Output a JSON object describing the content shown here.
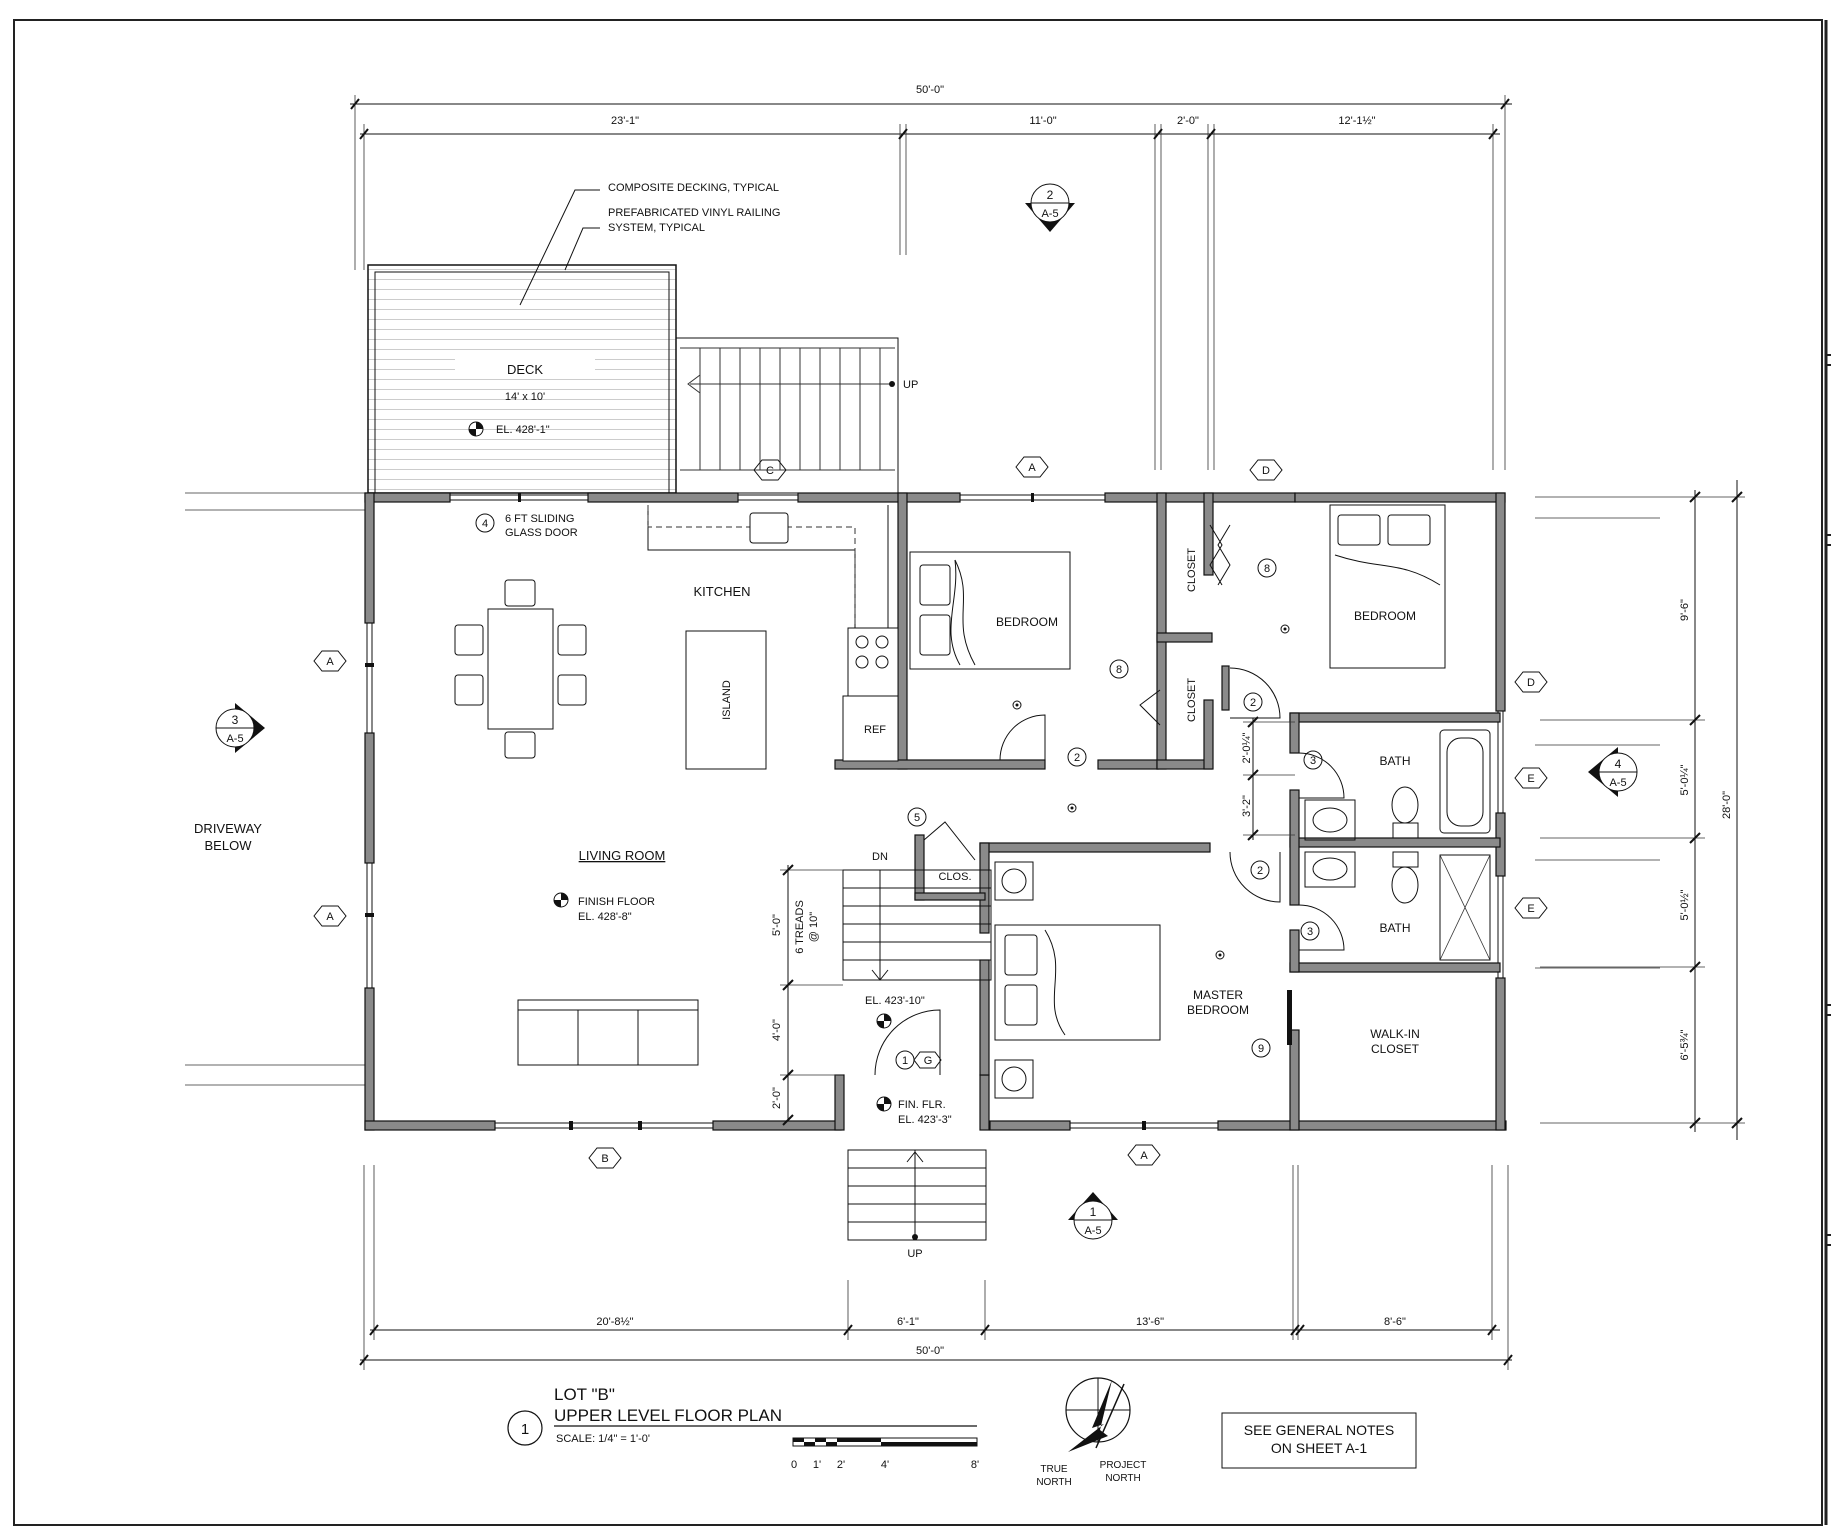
{
  "dimensions": {
    "overall_top": "50'-0\"",
    "top_1": "23'-1\"",
    "top_2": "11'-0\"",
    "top_3": "2'-0\"",
    "top_4": "12'-1½\"",
    "bottom_1": "20'-8½\"",
    "bottom_2": "6'-1\"",
    "bottom_3": "13'-6\"",
    "bottom_4": "8'-6\"",
    "overall_bottom": "50'-0\"",
    "right_1": "9'-6\"",
    "right_2": "5'-0¼\"",
    "right_3": "5'-0½\"",
    "right_4": "6'-5¾\"",
    "right_overall": "28'-0\"",
    "stair_1": "5'-0\"",
    "stair_2": "4'-0\"",
    "stair_3": "2'-0\"",
    "closet_1": "2'-0¼\"",
    "closet_2": "3'-2\""
  },
  "notes": {
    "decking": "COMPOSITE DECKING, TYPICAL",
    "railing_1": "PREFABRICATED VINYL RAILING",
    "railing_2": "SYSTEM, TYPICAL",
    "deck": "DECK",
    "deck_size": "14' x 10'",
    "deck_el": "EL. 428'-1\"",
    "up": "UP",
    "dn": "DN",
    "sliding_1": "6 FT SLIDING",
    "sliding_2": "GLASS DOOR",
    "finish_floor": "FINISH FLOOR",
    "finish_el": "EL. 428'-8\"",
    "landing_el": "EL. 423'-10\"",
    "fin_flr": "FIN. FLR.",
    "fin_el": "EL. 423'-3\"",
    "treads_1": "6 TREADS",
    "treads_2": "@ 10\"",
    "driveway_1": "DRIVEWAY",
    "driveway_2": "BELOW"
  },
  "rooms": {
    "kitchen": "KITCHEN",
    "island": "ISLAND",
    "ref": "REF",
    "bedroom_1": "BEDROOM",
    "bedroom_2": "BEDROOM",
    "closet_a": "CLOSET",
    "closet_b": "CLOSET",
    "bath_1": "BATH",
    "bath_2": "BATH",
    "living": "LIVING ROOM",
    "clos": "CLOS.",
    "master_1": "MASTER",
    "master_2": "BEDROOM",
    "walkin_1": "WALK-IN",
    "walkin_2": "CLOSET"
  },
  "tags": {
    "door_4": "4",
    "door_8a": "8",
    "door_8b": "8",
    "door_2a": "2",
    "door_2b": "2",
    "door_2c": "2",
    "door_3a": "3",
    "door_3b": "3",
    "door_5": "5",
    "door_9": "9",
    "door_1": "1",
    "door_g": "G",
    "win_c": "C",
    "win_a_top": "A",
    "win_d_top": "D",
    "win_a_l1": "A",
    "win_a_l2": "A",
    "win_b": "B",
    "win_a_bot": "A",
    "win_d_r": "D",
    "win_e1": "E",
    "win_e2": "E"
  },
  "sections": {
    "s1_num": "1",
    "s1_sheet": "A-5",
    "s2_num": "2",
    "s2_sheet": "A-5",
    "s3_num": "3",
    "s3_sheet": "A-5",
    "s4_num": "4",
    "s4_sheet": "A-5"
  },
  "title_block": {
    "number": "1",
    "line1": "LOT \"B\"",
    "line2": "UPPER LEVEL FLOOR PLAN",
    "scale": "SCALE: 1/4\" = 1'-0'",
    "scale_ticks": [
      "0",
      "1'",
      "2'",
      "4'",
      "8'"
    ],
    "true_north_1": "TRUE",
    "true_north_2": "NORTH",
    "project_north_1": "PROJECT",
    "project_north_2": "NORTH",
    "general_notes_1": "SEE GENERAL NOTES",
    "general_notes_2": "ON SHEET A-1"
  }
}
